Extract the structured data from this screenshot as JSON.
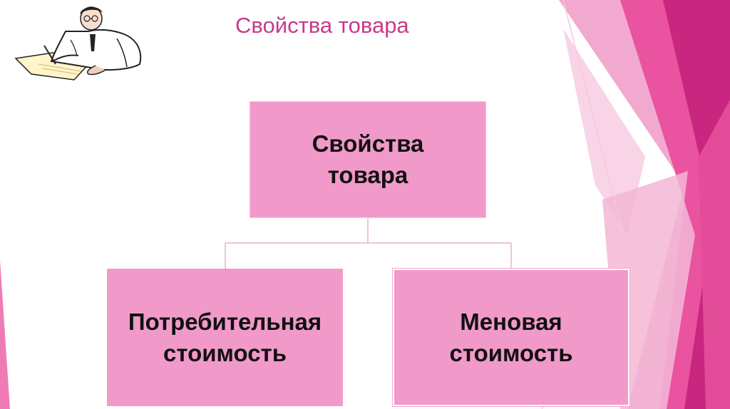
{
  "slide": {
    "title": "Свойства товара"
  },
  "diagram": {
    "root": {
      "line1": "Свойства",
      "line2": "товара"
    },
    "children": [
      {
        "line1": "Потребительная",
        "line2": "стоимость"
      },
      {
        "line1": "Меновая",
        "line2": "стоимость"
      }
    ]
  },
  "colors": {
    "title": "#c63a8a",
    "box_fill": "#f19ac9",
    "connector": "#e5b3cc",
    "accent_dark": "#b8196f",
    "accent_mid": "#e5509f",
    "accent_light": "#f6b9d8"
  },
  "icons": {
    "clipart": "man-writing-at-desk-illustration"
  }
}
